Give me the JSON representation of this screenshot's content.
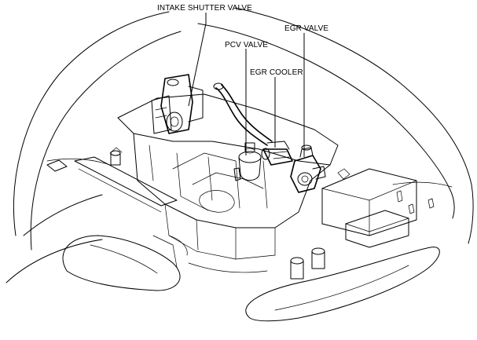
{
  "diagram": {
    "labels": {
      "intake_shutter_valve": "INTAKE SHUTTER VALVE",
      "pcv_valve": "PCV VALVE",
      "egr_cooler": "EGR COOLER",
      "egr_valve": "EGR VALVE"
    }
  }
}
